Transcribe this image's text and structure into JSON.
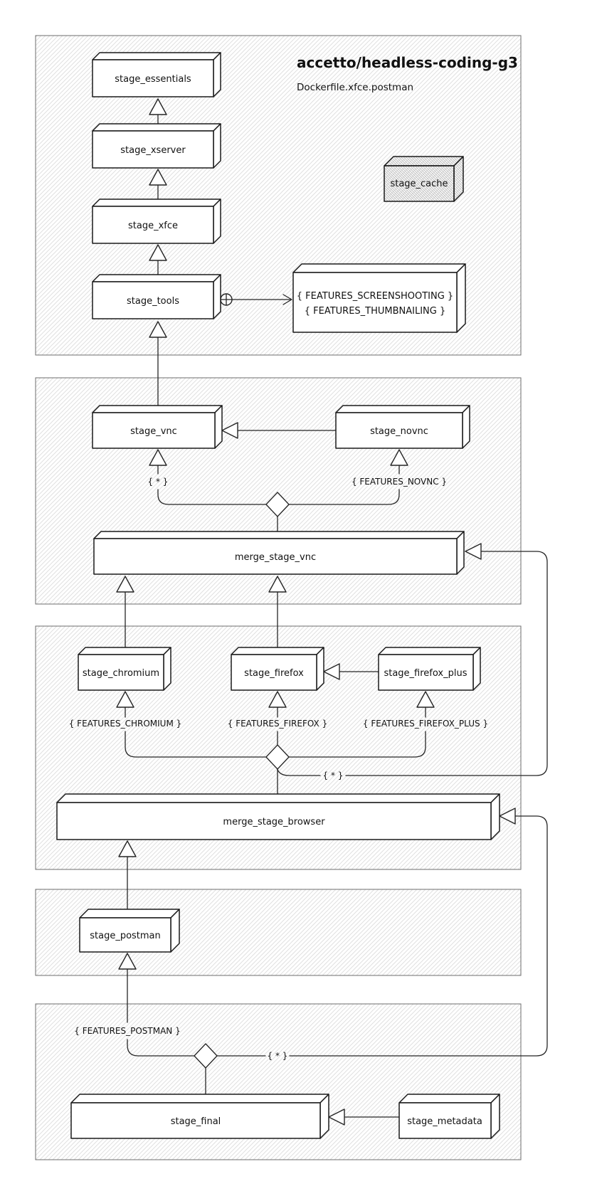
{
  "diagram": {
    "title": "accetto/headless-coding-g3",
    "subtitle": "Dockerfile.xfce.postman",
    "nodes": {
      "stage_essentials": "stage_essentials",
      "stage_xserver": "stage_xserver",
      "stage_xfce": "stage_xfce",
      "stage_tools": "stage_tools",
      "stage_cache": "stage_cache",
      "stage_vnc": "stage_vnc",
      "stage_novnc": "stage_novnc",
      "merge_stage_vnc": "merge_stage_vnc",
      "stage_chromium": "stage_chromium",
      "stage_firefox": "stage_firefox",
      "stage_firefox_plus": "stage_firefox_plus",
      "merge_stage_browser": "merge_stage_browser",
      "stage_postman": "stage_postman",
      "stage_final": "stage_final",
      "stage_metadata": "stage_metadata"
    },
    "note": {
      "line1": "{ FEATURES_SCREENSHOOTING }",
      "line2": "{ FEATURES_THUMBNAILING }"
    },
    "edge_labels": {
      "vnc_star": "{ * }",
      "features_novnc": "{ FEATURES_NOVNC }",
      "features_chromium": "{ FEATURES_CHROMIUM }",
      "features_firefox": "{ FEATURES_FIREFOX }",
      "features_firefox_plus": "{ FEATURES_FIREFOX_PLUS }",
      "browser_star": "{ * }",
      "features_postman": "{ FEATURES_POSTMAN }",
      "final_star": "{ * }"
    },
    "edges": [
      {
        "from": "stage_xserver",
        "to": "stage_essentials",
        "type": "inheritance"
      },
      {
        "from": "stage_xfce",
        "to": "stage_xserver",
        "type": "inheritance"
      },
      {
        "from": "stage_tools",
        "to": "stage_xfce",
        "type": "inheritance"
      },
      {
        "from": "stage_vnc",
        "to": "stage_tools",
        "type": "inheritance"
      },
      {
        "from": "stage_tools",
        "to": "features_note",
        "type": "provides",
        "connector": "circled-plus"
      },
      {
        "from": "stage_novnc",
        "to": "stage_vnc",
        "type": "inheritance"
      },
      {
        "from": "choice_vnc",
        "to": "stage_vnc",
        "label": "{ * }",
        "type": "inheritance"
      },
      {
        "from": "choice_vnc",
        "to": "stage_novnc",
        "label": "{ FEATURES_NOVNC }",
        "type": "inheritance"
      },
      {
        "from": "choice_vnc",
        "to": "merge_stage_vnc",
        "type": "plain"
      },
      {
        "from": "stage_chromium",
        "to": "merge_stage_vnc",
        "type": "inheritance"
      },
      {
        "from": "stage_firefox",
        "to": "merge_stage_vnc",
        "type": "inheritance"
      },
      {
        "from": "stage_firefox_plus",
        "to": "stage_firefox",
        "type": "inheritance"
      },
      {
        "from": "choice_browser",
        "to": "stage_chromium",
        "label": "{ FEATURES_CHROMIUM }",
        "type": "inheritance"
      },
      {
        "from": "choice_browser",
        "to": "stage_firefox",
        "label": "{ FEATURES_FIREFOX }",
        "type": "inheritance"
      },
      {
        "from": "choice_browser",
        "to": "stage_firefox_plus",
        "label": "{ FEATURES_FIREFOX_PLUS }",
        "type": "inheritance"
      },
      {
        "from": "choice_browser",
        "to": "merge_stage_vnc",
        "label": "{ * }",
        "type": "inheritance"
      },
      {
        "from": "choice_browser",
        "to": "merge_stage_browser",
        "type": "plain"
      },
      {
        "from": "stage_postman",
        "to": "merge_stage_browser",
        "type": "inheritance"
      },
      {
        "from": "choice_final",
        "to": "stage_postman",
        "label": "{ FEATURES_POSTMAN }",
        "type": "inheritance"
      },
      {
        "from": "choice_final",
        "to": "merge_stage_browser",
        "label": "{ * }",
        "type": "inheritance"
      },
      {
        "from": "choice_final",
        "to": "stage_final",
        "type": "plain"
      },
      {
        "from": "stage_metadata",
        "to": "stage_final",
        "type": "inheritance"
      }
    ],
    "colors": {
      "background": "#ffffff",
      "node_fill": "#ffffff",
      "node_stroke": "#1a1a1a",
      "section_border": "#6e6e6e",
      "hatch_line": "#e0e0e0",
      "cache_hatch_line": "#c2c2c2",
      "edge_stroke": "#252525",
      "text": "#111111"
    }
  }
}
